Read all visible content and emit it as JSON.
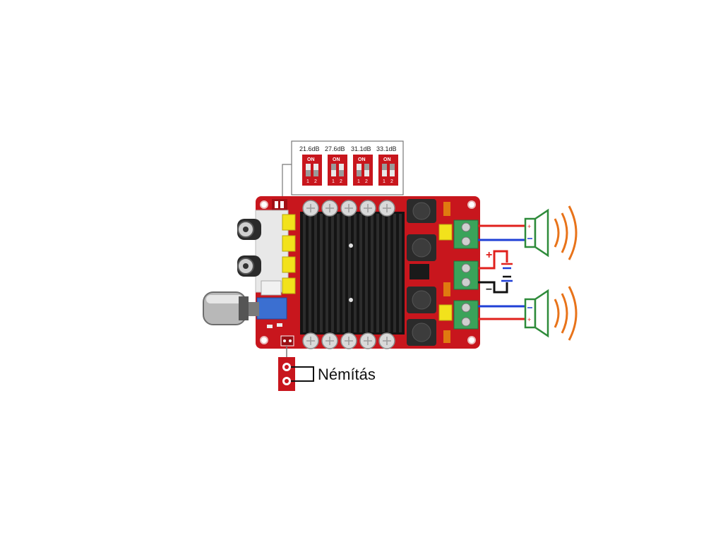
{
  "gain_settings": {
    "options": [
      {
        "label": "21.6dB",
        "on_label": "ON",
        "switch_numbers": [
          "1",
          "2"
        ]
      },
      {
        "label": "27.6dB",
        "on_label": "ON",
        "switch_numbers": [
          "1",
          "2"
        ]
      },
      {
        "label": "31.1dB",
        "on_label": "ON",
        "switch_numbers": [
          "1",
          "2"
        ]
      },
      {
        "label": "33.1dB",
        "on_label": "ON",
        "switch_numbers": [
          "1",
          "2"
        ]
      }
    ]
  },
  "mute": {
    "label": "Némítás"
  },
  "power": {
    "plus": "+",
    "minus": "–"
  },
  "colors": {
    "pcb": "#c8161d",
    "heatsink": "#141414",
    "terminal": "#3aa35a",
    "speaker_outline": "#2e8b3a",
    "sound_waves": "#e8731a",
    "wire_red": "#e0201c",
    "wire_blue": "#1f3fd6",
    "wire_black": "#111111",
    "dip_switch": "#c8161d",
    "yellow_cap": "#f2e21c",
    "potentiometer": "#3b6fd1"
  }
}
